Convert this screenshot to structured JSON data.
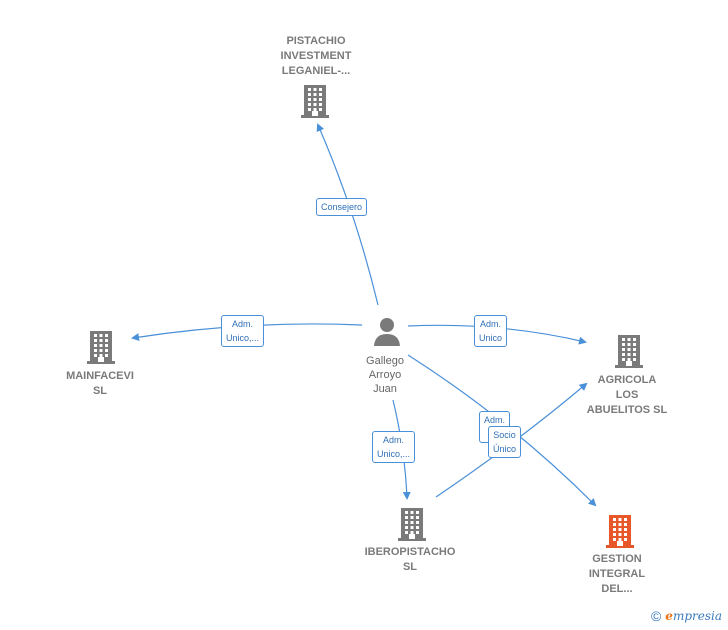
{
  "nodes": {
    "pistachio": {
      "lines": [
        "PISTACHIO",
        "INVESTMENT",
        "LEGANIEL-..."
      ]
    },
    "mainfacevi": {
      "lines": [
        "MAINFACEVI",
        "SL"
      ]
    },
    "person": {
      "lines": [
        "Gallego",
        "Arroyo",
        "Juan"
      ]
    },
    "agricola": {
      "lines": [
        "AGRICOLA",
        "LOS",
        "ABUELITOS  SL"
      ]
    },
    "iberopistacho": {
      "lines": [
        "IBEROPISTACHO",
        "SL"
      ]
    },
    "gestion": {
      "lines": [
        "GESTION",
        "INTEGRAL",
        "DEL..."
      ]
    }
  },
  "edges": {
    "consejero": {
      "lines": [
        "Consejero"
      ]
    },
    "adm_mainfacevi": {
      "lines": [
        "Adm.",
        "Unico,..."
      ]
    },
    "adm_agricola": {
      "lines": [
        "Adm.",
        "Unico"
      ]
    },
    "adm_gestion": {
      "lines": [
        "Adm.",
        "..."
      ]
    },
    "socio": {
      "lines": [
        "Socio",
        "Único"
      ]
    },
    "adm_ibero": {
      "lines": [
        "Adm.",
        "Unico,..."
      ]
    }
  },
  "colors": {
    "edge": "#4a90d9",
    "building": "#7a7a7a",
    "building_highlight": "#e8572a",
    "person": "#7a7a7a"
  },
  "footer": {
    "symbol": "©",
    "brand_first": "e",
    "brand_rest": "mpresia"
  }
}
